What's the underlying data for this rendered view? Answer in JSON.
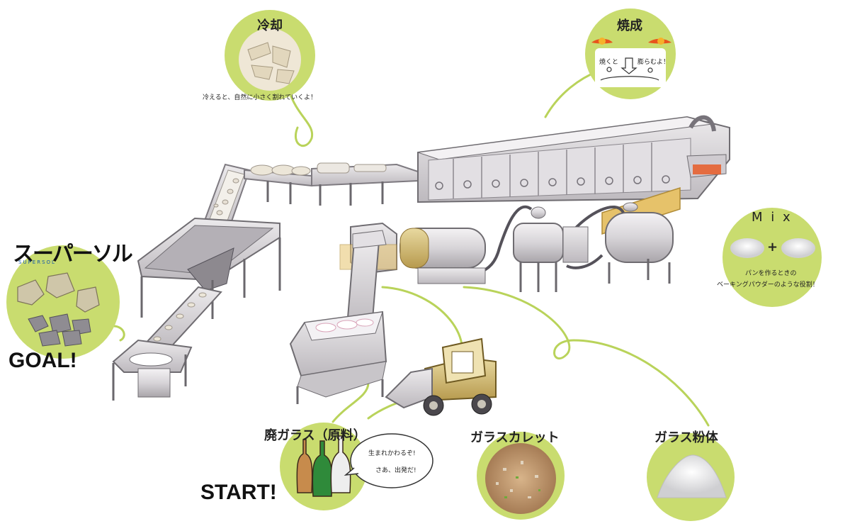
{
  "colors": {
    "accent": "#c9dc6f",
    "line": "#b9d35a",
    "steel": "#d6d3d6",
    "steel_dark": "#8e8b90",
    "fire": "#e8541c"
  },
  "steps": {
    "cooling": {
      "title": "冷却",
      "caption": "冷えると、自然に小さく割れていくよ！"
    },
    "firing": {
      "title": "焼成",
      "left_text": "焼くと",
      "right_text": "膨らむよ！"
    },
    "mix": {
      "title": "M i x",
      "plus": "+",
      "caption_line1": "パンを作るときの",
      "caption_line2": "ベーキングパウダーのような役割！"
    },
    "raw": {
      "title": "廃ガラス（原料）",
      "bubble_line1": "生まれかわるぞ!",
      "bubble_line2": "さあ、出発だ!",
      "start": "START!"
    },
    "cullet": {
      "title": "ガラスカレット"
    },
    "powder": {
      "title": "ガラス粉体"
    },
    "goal": {
      "brand": "スーパーソル",
      "brand_sub": "SUPERSOL",
      "goal": "GOAL!"
    }
  }
}
